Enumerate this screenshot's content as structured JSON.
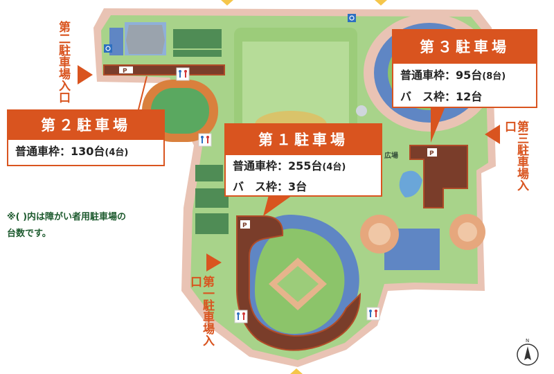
{
  "colors": {
    "accent": "#d9541f",
    "park_green": "#a8d38a",
    "field_green": "#8cc46a",
    "road_pink": "#e9c3b4",
    "stadium_blue": "#5f86c4",
    "parking_brown": "#7a3d2a",
    "note_green": "#1d5a2e"
  },
  "lots": [
    {
      "title": "第１駐車場",
      "lines": [
        {
          "label": "普通車枠：",
          "value": "255台",
          "extra": "(4台)"
        },
        {
          "label": "バ　ス枠：",
          "value": "3台",
          "extra": ""
        }
      ]
    },
    {
      "title": "第２駐車場",
      "lines": [
        {
          "label": "普通車枠：",
          "value": "130台",
          "extra": "(4台)"
        }
      ]
    },
    {
      "title": "第３駐車場",
      "lines": [
        {
          "label": "普通車枠：",
          "value": "95台",
          "extra": "(8台)"
        },
        {
          "label": "バ　ス枠：",
          "value": "12台",
          "extra": ""
        }
      ]
    }
  ],
  "entrances": {
    "first": "第一駐車場入口",
    "second": "第二駐車場入口",
    "third": "第三駐車場入口"
  },
  "note": {
    "line1": "※( )内は障がい者用駐車場の",
    "line2": "台数です。"
  },
  "map_labels": {
    "plaza": "広場",
    "parking_mark": "P",
    "north_mark": "N"
  },
  "icons": [
    "parking-icon",
    "restroom-icon",
    "accessible-icon",
    "north-arrow-icon",
    "entrance-arrow-icon"
  ]
}
